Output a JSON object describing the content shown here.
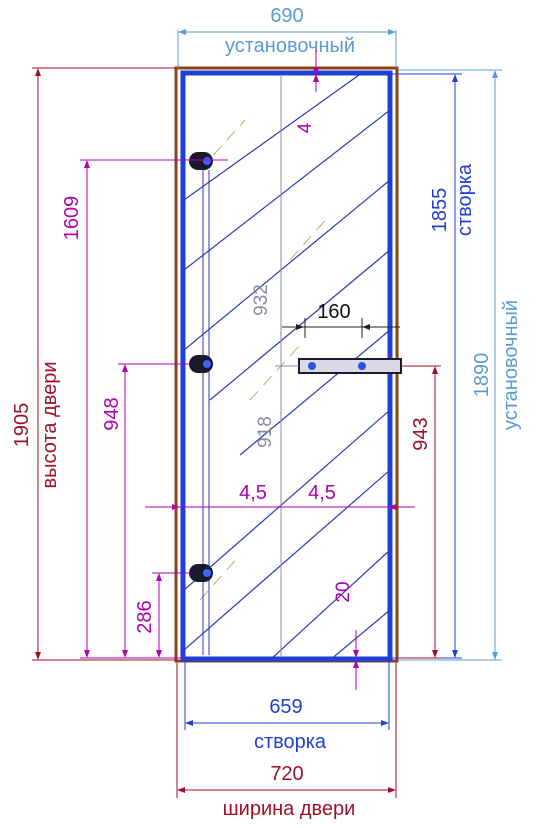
{
  "dimensions": {
    "top_width": {
      "value": "690",
      "caption": "установочный"
    },
    "sash_height": {
      "value": "1855",
      "caption": "створка"
    },
    "install_height": {
      "value": "1890",
      "caption": "установочный"
    },
    "door_height": {
      "value": "1905",
      "caption": "высота двери"
    },
    "upper_hinge_height": {
      "value": "1609"
    },
    "middle_hinge_height": {
      "value": "948"
    },
    "lower_hinge_height": {
      "value": "286"
    },
    "handle_height": {
      "value": "943"
    },
    "handle_width": {
      "value": "160"
    },
    "glass_thickness": {
      "value": "4"
    },
    "upper_half_height": {
      "value": "932"
    },
    "lower_half_height": {
      "value": "918"
    },
    "side_gap_left": {
      "value": "4,5"
    },
    "side_gap_right": {
      "value": "4,5"
    },
    "bottom_gap": {
      "value": "20"
    },
    "sash_width": {
      "value": "659",
      "caption": "створка"
    },
    "door_width": {
      "value": "720",
      "caption": "ширина двери"
    }
  },
  "colors": {
    "frame_brown": "#8B4513",
    "glass_blue": "#1f3fd6",
    "install_lightblue": "#5b9bd5",
    "magenta": "#b000b0",
    "maroon": "#a0102a",
    "grey_line": "#8a8aa8",
    "hatch": "#2b3ab0",
    "hinge_dark": "#1a1a2a"
  }
}
